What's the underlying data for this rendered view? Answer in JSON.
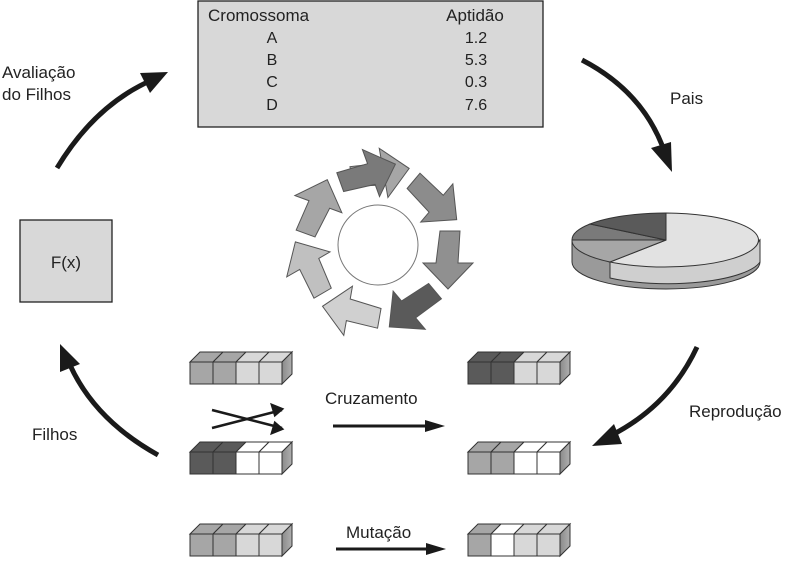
{
  "table": {
    "header_chromosome": "Cromossoma",
    "header_fitness": "Aptidão",
    "rows": [
      {
        "id": "A",
        "value": "1.2"
      },
      {
        "id": "B",
        "value": "5.3"
      },
      {
        "id": "C",
        "value": "0.3"
      },
      {
        "id": "D",
        "value": "7.6"
      }
    ]
  },
  "labels": {
    "evaluation_line1": "Avaliação",
    "evaluation_line2": "do Filhos",
    "parents": "Pais",
    "reproduction": "Reprodução",
    "children": "Filhos",
    "crossover": "Cruzamento",
    "mutation": "Mutação",
    "fitness_function": "F(x)"
  },
  "colors": {
    "panel_fill": "#d8d8d8",
    "light": "#d8d8d8",
    "mid": "#a6a6a6",
    "dark": "#5a5a5a",
    "white": "#ffffff",
    "arrow": "#1a1a1a"
  },
  "icons": [
    "cycle-arrows-icon",
    "pie-chart-icon",
    "fitness-function-box",
    "crossover-x-icon"
  ]
}
